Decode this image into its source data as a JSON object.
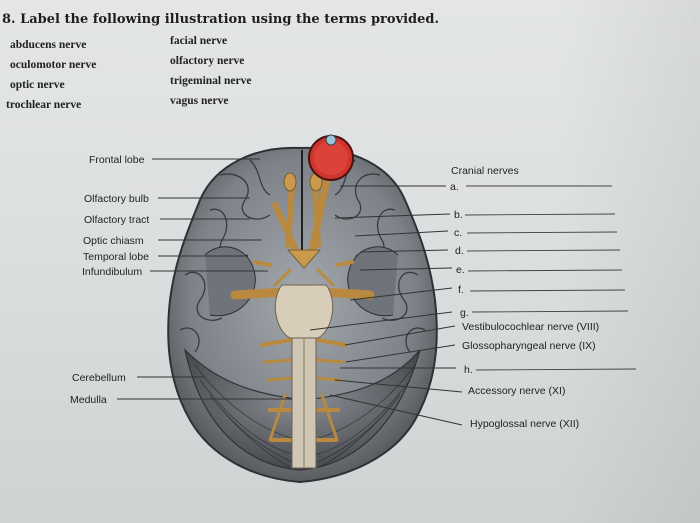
{
  "question": "8. Label the following illustration using the terms provided.",
  "terms_left": [
    "abducens nerve",
    "oculomotor nerve",
    "optic nerve",
    "trochlear nerve"
  ],
  "terms_right": [
    "facial nerve",
    "olfactory nerve",
    "trigeminal nerve",
    "vagus nerve"
  ],
  "labels_left": {
    "frontal_lobe": "Frontal lobe",
    "olfactory_bulb": "Olfactory bulb",
    "olfactory_tract": "Olfactory tract",
    "optic_chiasm": "Optic chiasm",
    "temporal_lobe": "Temporal lobe",
    "infundibulum": "Infundibulum",
    "cerebellum": "Cerebellum",
    "medulla": "Medulla"
  },
  "labels_right": {
    "cranial_nerves": "Cranial nerves",
    "a": "a.",
    "b": "b.",
    "c": "c.",
    "d": "d.",
    "e": "e.",
    "f": "f.",
    "g": "g.",
    "vestibulocochlear": "Vestibulocochlear nerve (VIII)",
    "glossopharyngeal": "Glossopharyngeal nerve (IX)",
    "h": "h.",
    "accessory": "Accessory nerve (XI)",
    "hypoglossal": "Hypoglossal nerve (XII)"
  },
  "colors": {
    "brain": "#8a8f95",
    "brain_dark": "#3f4347",
    "nerve": "#b8893e",
    "eye": "#d0352d"
  }
}
